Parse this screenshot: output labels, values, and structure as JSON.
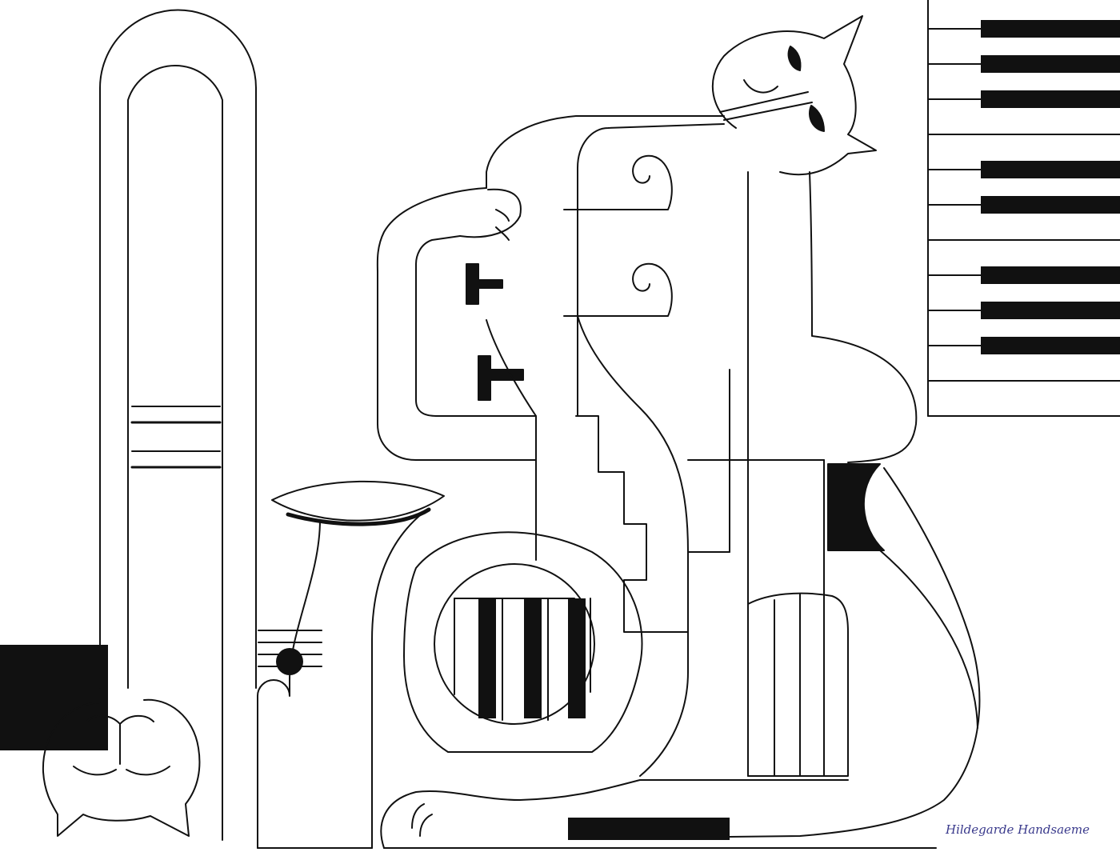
{
  "artwork": {
    "signature": "Hildegarde Handsaeme",
    "colors": {
      "paper": "#ffffff",
      "ink": "#111111",
      "signature_ink": "#3a3a8c"
    },
    "piano_keyboard_black_keys_visible": 8,
    "window_keyboard_black_keys_visible": 3
  }
}
